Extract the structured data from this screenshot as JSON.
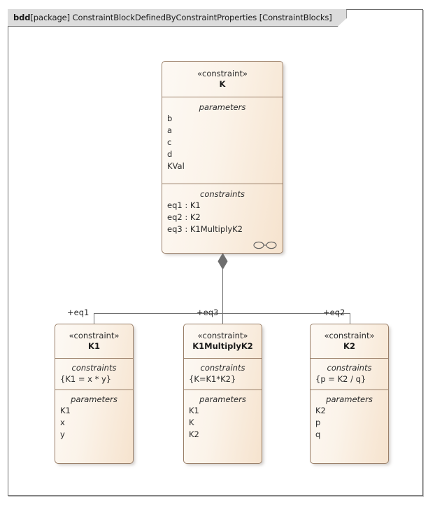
{
  "frame": {
    "kind": "bdd",
    "scope": "[package]",
    "name": "ConstraintBlockDefinedByConstraintProperties",
    "diagram_name": "[ConstraintBlocks]",
    "label_full": "bdd[package] ConstraintBlockDefinedByConstraintProperties [ConstraintBlocks]"
  },
  "colors": {
    "block_border": "#9a7f68",
    "block_fill_light": "#fdf9f4",
    "block_fill_dark": "#f6e3ce",
    "frame_border": "#6b6b6b",
    "tab_fill": "#dcdcdc",
    "connector": "#707070",
    "diamond_fill": "#6e6e6e"
  },
  "blocks": {
    "parent": {
      "stereotype": "«constraint»",
      "name": "K",
      "sections": [
        {
          "title": "parameters",
          "items": [
            "b",
            "a",
            "c",
            "d",
            "KVal"
          ]
        },
        {
          "title": "constraints",
          "items": [
            "eq1 : K1",
            "eq2 : K2",
            "eq3 : K1MultiplyK2"
          ],
          "icon": "parametric-diagram-icon"
        }
      ]
    },
    "children": [
      {
        "stereotype": "«constraint»",
        "name": "K1",
        "role_label": "+eq1",
        "sections": [
          {
            "title": "constraints",
            "items": [
              "{K1 = x * y}"
            ]
          },
          {
            "title": "parameters",
            "items": [
              "K1",
              "x",
              "y"
            ]
          }
        ]
      },
      {
        "stereotype": "«constraint»",
        "name": "K1MultiplyK2",
        "role_label": "+eq3",
        "sections": [
          {
            "title": "constraints",
            "items": [
              "{K=K1*K2}"
            ]
          },
          {
            "title": "parameters",
            "items": [
              "K1",
              "K",
              "K2"
            ]
          }
        ]
      },
      {
        "stereotype": "«constraint»",
        "name": "K2",
        "role_label": "+eq2",
        "sections": [
          {
            "title": "constraints",
            "items": [
              "{p = K2 / q}"
            ]
          },
          {
            "title": "parameters",
            "items": [
              "K2",
              "p",
              "q"
            ]
          }
        ]
      }
    ]
  },
  "relationship": {
    "type": "composition",
    "diamond_end": "parent"
  }
}
